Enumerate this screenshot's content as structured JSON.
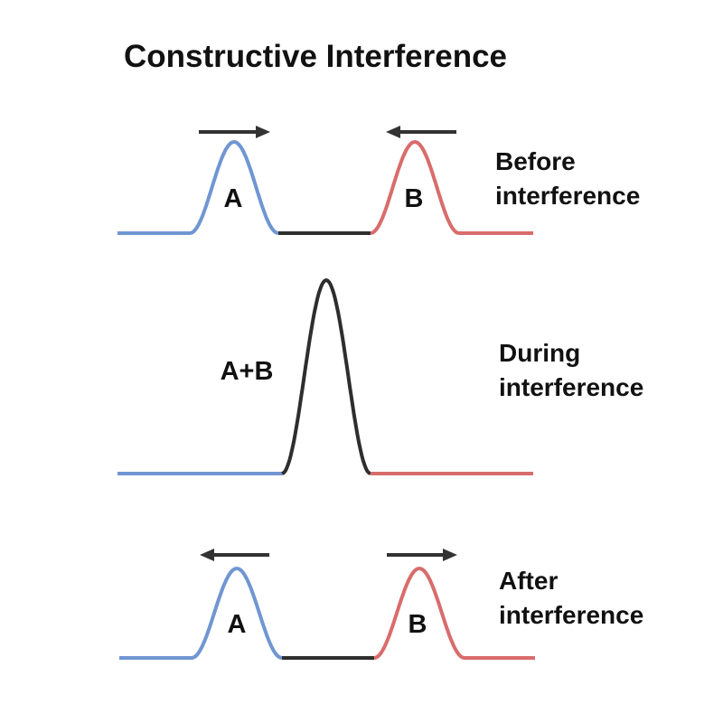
{
  "title": "Constructive Interference",
  "panels": [
    {
      "stage_line1": "Before",
      "stage_line2": "interference",
      "labels": [
        "A",
        "B"
      ]
    },
    {
      "stage_line1": "During",
      "stage_line2": "interference",
      "labels": [
        "A+B"
      ]
    },
    {
      "stage_line1": "After",
      "stage_line2": "interference",
      "labels": [
        "A",
        "B"
      ]
    }
  ],
  "colors": {
    "wave_a": "#7096d2",
    "wave_b": "#d96c6c",
    "combined": "#2e2e2e",
    "arrow": "#333333"
  }
}
